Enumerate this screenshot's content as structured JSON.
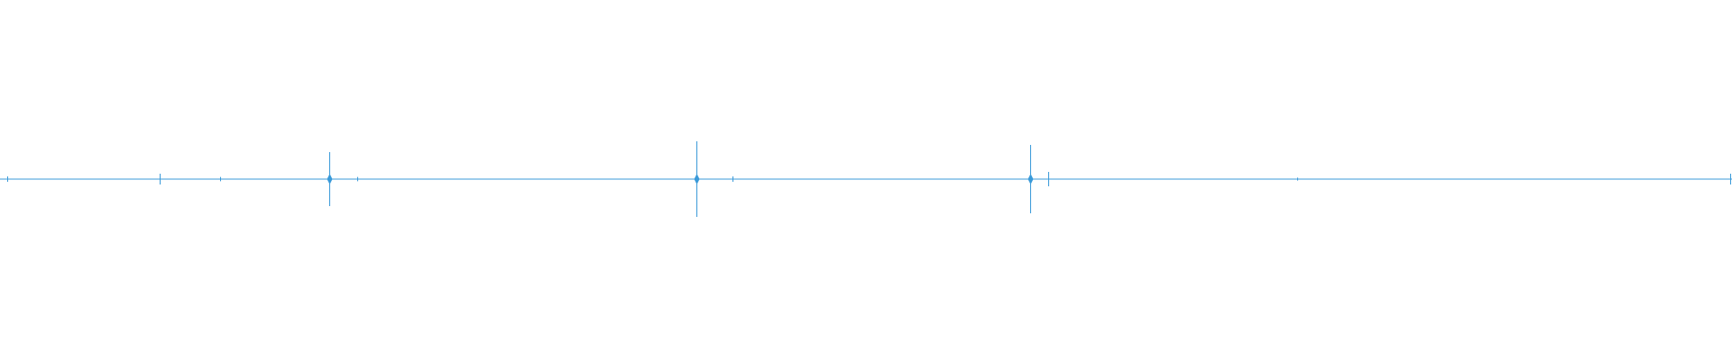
{
  "waveform": {
    "color": "#3a9ad9",
    "background": "#ffffff",
    "baseline": 0,
    "amplitude_range": [
      -1,
      1
    ],
    "peaks": [
      {
        "t": 0.004,
        "amp": 0.015
      },
      {
        "t": 0.092,
        "amp": 0.03
      },
      {
        "t": 0.127,
        "amp": 0.012
      },
      {
        "t": 0.19,
        "amp": 0.15
      },
      {
        "t": 0.206,
        "amp": 0.012
      },
      {
        "t": 0.402,
        "amp": 0.21
      },
      {
        "t": 0.423,
        "amp": 0.015
      },
      {
        "t": 0.595,
        "amp": 0.19
      },
      {
        "t": 0.605,
        "amp": 0.04
      },
      {
        "t": 0.749,
        "amp": 0.008
      },
      {
        "t": 0.999,
        "amp": 0.03
      }
    ]
  }
}
